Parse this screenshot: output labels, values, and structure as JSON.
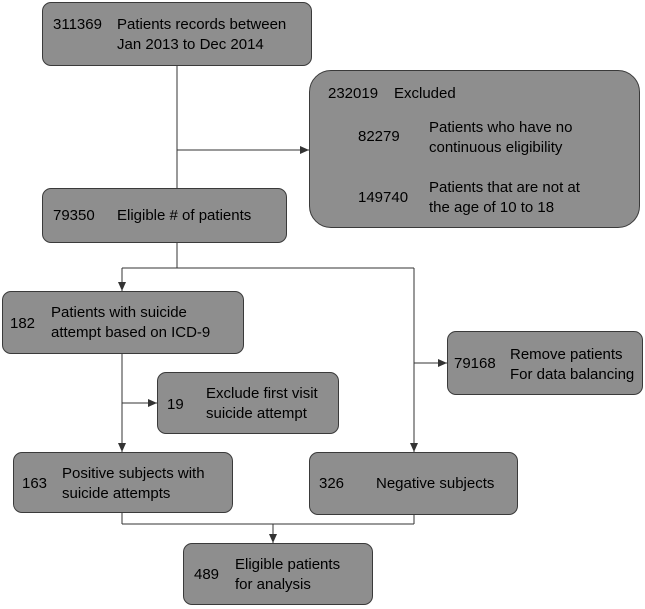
{
  "boxes": {
    "records": {
      "count": "311369",
      "label_line1": "Patients records between",
      "label_line2": "Jan 2013 to Dec 2014"
    },
    "excluded": {
      "count": "232019",
      "label": "Excluded",
      "items": [
        {
          "count": "82279",
          "label_line1": "Patients who have no",
          "label_line2": "continuous eligibility"
        },
        {
          "count": "149740",
          "label_line1": "Patients that are not at",
          "label_line2": "the age of 10 to 18"
        }
      ]
    },
    "eligible": {
      "count": "79350",
      "label": "Eligible # of patients"
    },
    "suicide_attempt": {
      "count": "182",
      "label_line1": "Patients with suicide",
      "label_line2": "attempt based on ICD-9"
    },
    "exclude_first": {
      "count": "19",
      "label_line1": "Exclude first visit",
      "label_line2": "suicide attempt"
    },
    "remove": {
      "count": "79168",
      "label_line1": "Remove patients",
      "label_line2": "For data balancing"
    },
    "positive": {
      "count": "163",
      "label_line1": "Positive subjects with",
      "label_line2": "suicide attempts"
    },
    "negative": {
      "count": "326",
      "label": "Negative subjects"
    },
    "final": {
      "count": "489",
      "label_line1": "Eligible patients",
      "label_line2": "for analysis"
    }
  },
  "colors": {
    "box_fill": "#8e8e8e",
    "box_border": "#3a3a3a",
    "connector": "#333333"
  }
}
